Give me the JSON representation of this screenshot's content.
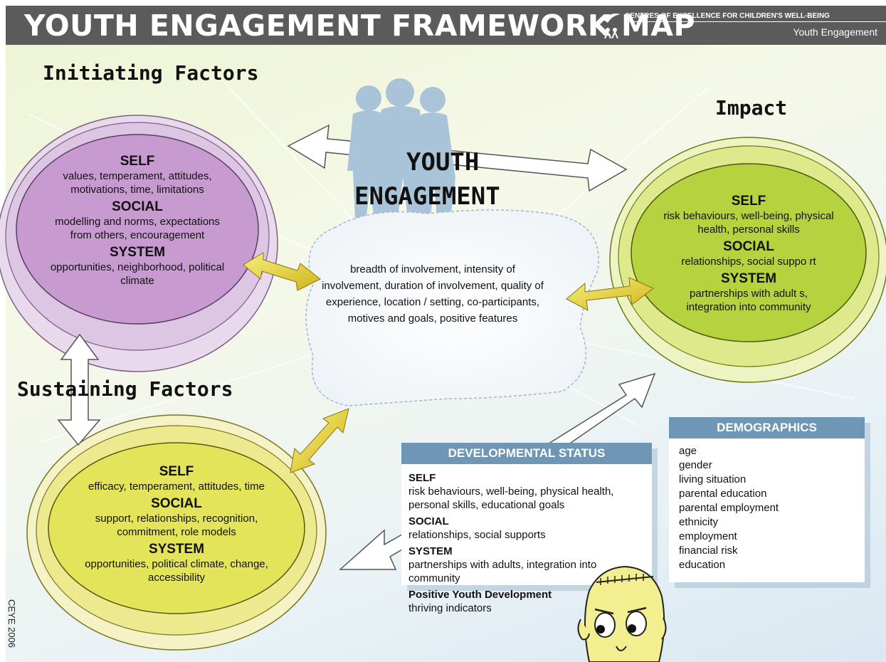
{
  "header": {
    "title": "YOUTH ENGAGEMENT FRAMEWORK MAP",
    "org": "CENTRES OF EXCELLENCE FOR CHILDREN'S WELL-BEING",
    "subtitle": "Youth Engagement"
  },
  "labels": {
    "initiating": "Initiating Factors",
    "impact": "Impact",
    "sustaining": "Sustaining Factors",
    "center_line1": "YOUTH",
    "center_line2": "ENGAGEMENT"
  },
  "initiating": {
    "self_head": "SELF",
    "self_text": "values, temperament, attitudes, motivations, time, limitations",
    "social_head": "SOCIAL",
    "social_text": "modelling and norms, expectations from others, encouragement",
    "system_head": "SYSTEM",
    "system_text": "opportunities, neighborhood, political climate"
  },
  "impact": {
    "self_head": "SELF",
    "self_text": "risk behaviours, well-being, physical health, personal skills",
    "social_head": "SOCIAL",
    "social_text": "relationships, social suppo rt",
    "system_head": "SYSTEM",
    "system_text": "partnerships with adult s, integration into community"
  },
  "sustaining": {
    "self_head": "SELF",
    "self_text": "efficacy, temperament, attitudes, time",
    "social_head": "SOCIAL",
    "social_text": "support, relationships, recognition, commitment, role models",
    "system_head": "SYSTEM",
    "system_text": "opportunities, political climate, change, accessibility"
  },
  "engagement_text": "breadth of involvement, intensity of involvement, duration of involvement, quality of experience, location / setting, co-participants, motives and goals, positive features",
  "developmental": {
    "title": "DEVELOPMENTAL STATUS",
    "self_head": "SELF",
    "self_text": "risk behaviours, well-being, physical health, personal skills, educational goals",
    "social_head": "SOCIAL",
    "social_text": "relationships, social supports",
    "system_head": "SYSTEM",
    "system_text": "partnerships with adults, integration into community",
    "pyd_head": "Positive Youth Development",
    "pyd_text": "thriving indicators"
  },
  "demographics": {
    "title": "DEMOGRAPHICS",
    "items": [
      "age",
      "gender",
      "living situation",
      "parental education",
      "parental employment",
      "ethnicity",
      "employment",
      "financial risk",
      "education"
    ]
  },
  "credit": "CEYE 2006",
  "colors": {
    "header_bg": "#5b5b5b",
    "purple": "#c79bd0",
    "green": "#b7d23f",
    "yellow": "#e4e45a",
    "box_header": "#6f97b5"
  },
  "icons": [
    "people-silhouette-icon",
    "cartoon-face-icon",
    "centres-logo-icon"
  ]
}
